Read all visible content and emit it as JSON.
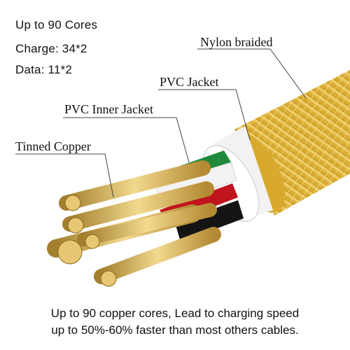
{
  "specs": {
    "cores": "Up to 90 Cores",
    "charge": "Charge: 34*2",
    "data": "Data: 11*2"
  },
  "callouts": {
    "nylon": "Nylon braided",
    "pvc_jacket": "PVC Jacket",
    "pvc_inner": "PVC Inner Jacket",
    "tinned": "Tinned Copper"
  },
  "caption": {
    "line1": "Up to 90 copper cores, Lead to charging speed",
    "line2": "up to 50%-60% faster than most others cables."
  },
  "colors": {
    "braid": "#e8c14a",
    "pvc_jacket": "#f4f4f4",
    "wire_green": "#1e8a3a",
    "wire_white": "#f2f2f2",
    "wire_red": "#c0141e",
    "wire_black": "#141414",
    "copper": "#d8b35a"
  }
}
